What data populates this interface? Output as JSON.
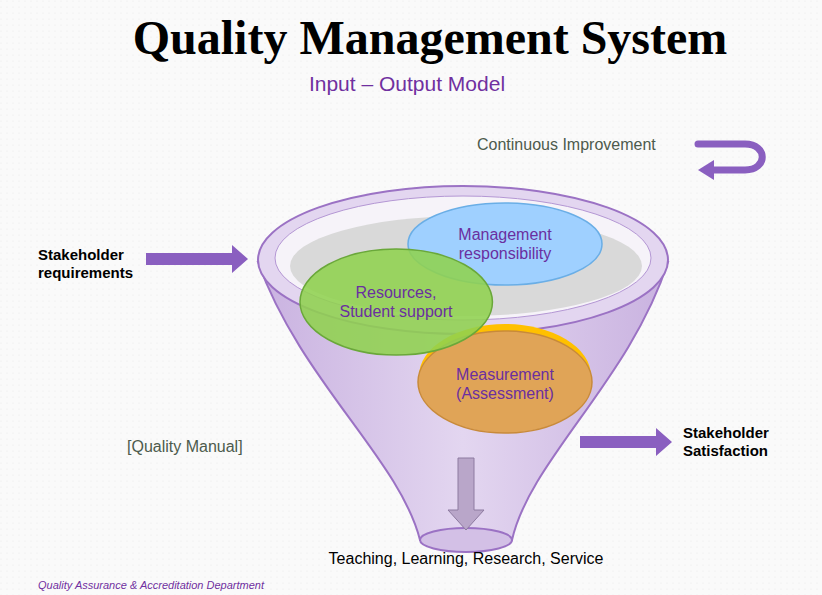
{
  "diagram": {
    "title": "Quality Management System",
    "nodes": [
      {
        "text": [
          "Management responsibility"
        ]
      },
      {
        "text": [
          "Measurement (Assessment)"
        ]
      },
      {
        "text": [
          "Resources, Student support"
        ]
      }
    ],
    "labels": [
      "Input – Output Model",
      "Continuous Improvement",
      "Stakeholder requirements",
      "[Quality Manual]",
      "Stakeholder Satisfaction",
      "Teaching, Learning, Research, Service",
      "Quality Assurance & Accreditation Department"
    ]
  }
}
